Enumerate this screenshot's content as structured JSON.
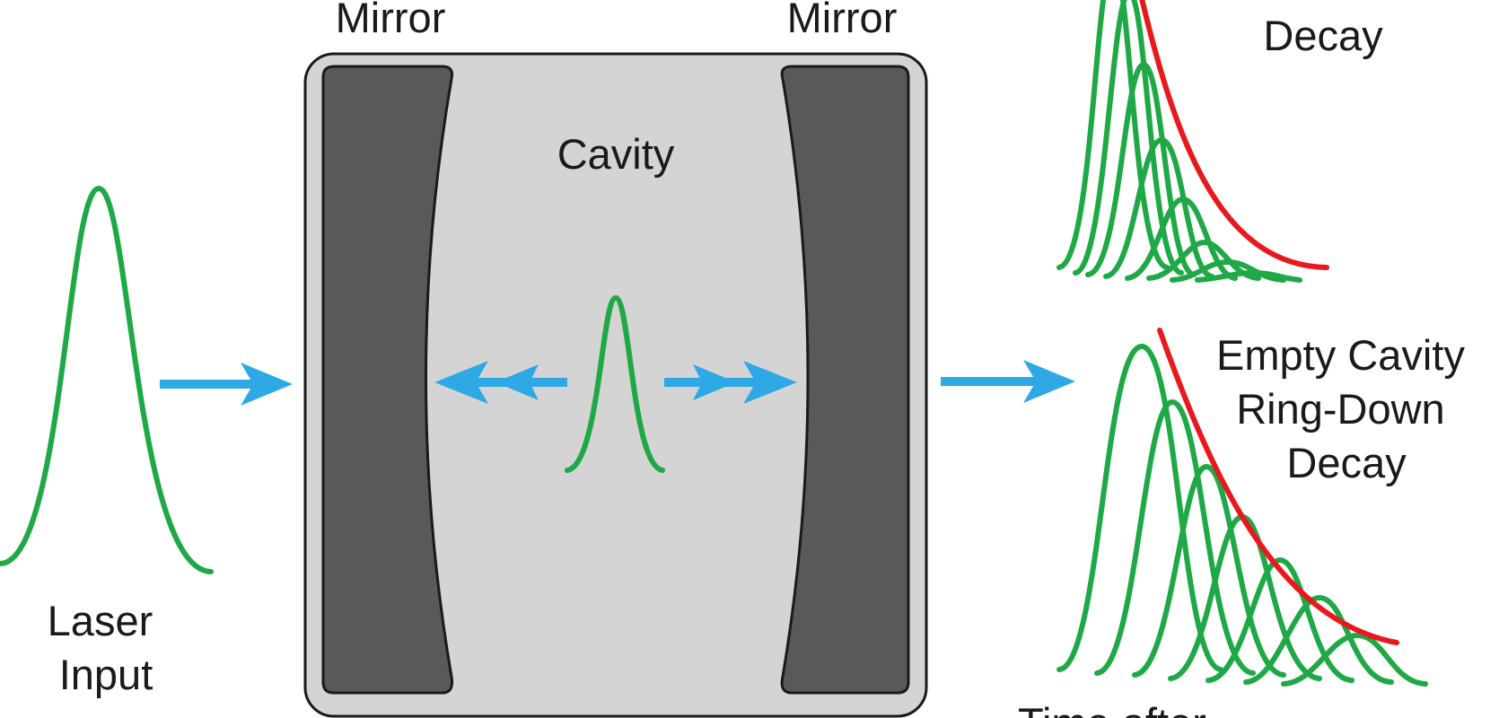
{
  "labels": {
    "mirror_left": "Mirror",
    "mirror_right": "Mirror",
    "cavity": "Cavity",
    "laser_input": [
      "Laser",
      "Input"
    ],
    "sample_decay_partial": [
      "Decay"
    ],
    "empty_decay": [
      "Empty Cavity",
      "Ring-Down",
      "Decay"
    ],
    "time_partial": "Time after"
  },
  "colors": {
    "pulse": "#1fa846",
    "decay_curve": "#e8191c",
    "arrow": "#2ea9e6",
    "cavity_fill": "#d4d4d4",
    "mirror_fill": "#595959"
  }
}
